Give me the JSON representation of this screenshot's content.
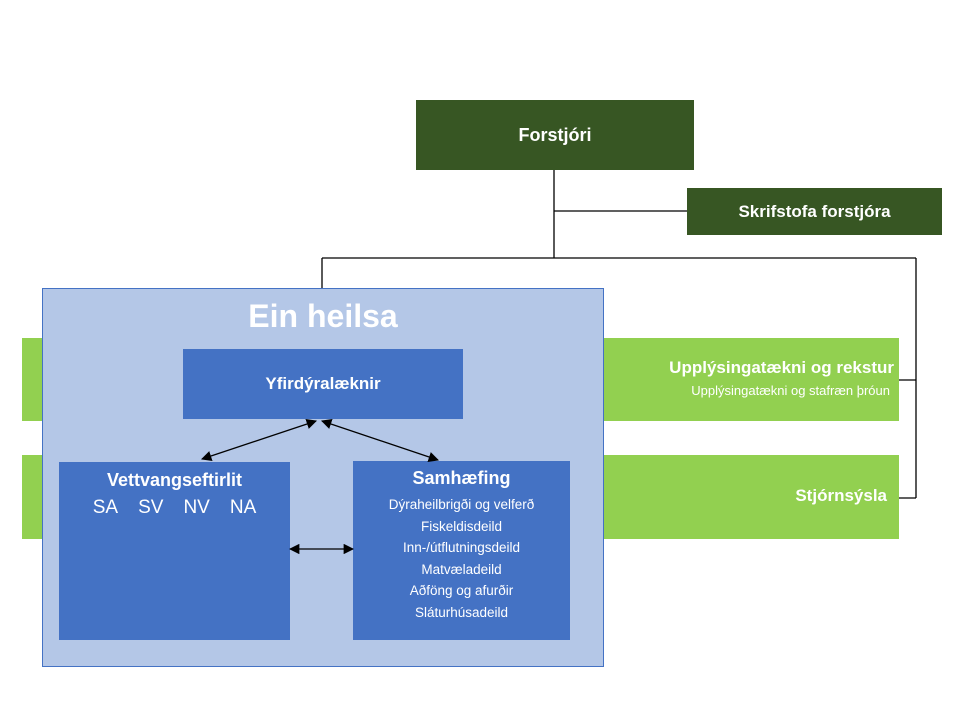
{
  "nodes": {
    "director": "Forstjóri",
    "director_office": "Skrifstofa forstjóra",
    "it_ops": {
      "title": "Upplýsingatækni og rekstur",
      "subtitle": "Upplýsingatækni og stafræn þróun"
    },
    "administration": "Stjórnsýsla",
    "one_health": {
      "title": "Ein heilsa",
      "chief_vet": "Yfirdýralæknir",
      "field_inspection": {
        "title": "Vettvangseftirlit",
        "regions": [
          "SA",
          "SV",
          "NV",
          "NA"
        ]
      },
      "coordination": {
        "title": "Samhæfing",
        "departments": [
          "Dýraheilbrigði og velferð",
          "Fiskeldisdeild",
          "Inn-/útflutningsdeild",
          "Matvæladeild",
          "Aðföng og afurðir",
          "Sláturhúsadeild"
        ]
      }
    }
  },
  "colors": {
    "dark_green": "#375623",
    "light_green": "#92d050",
    "blue": "#4472c4",
    "light_blue": "#b4c7e7"
  }
}
